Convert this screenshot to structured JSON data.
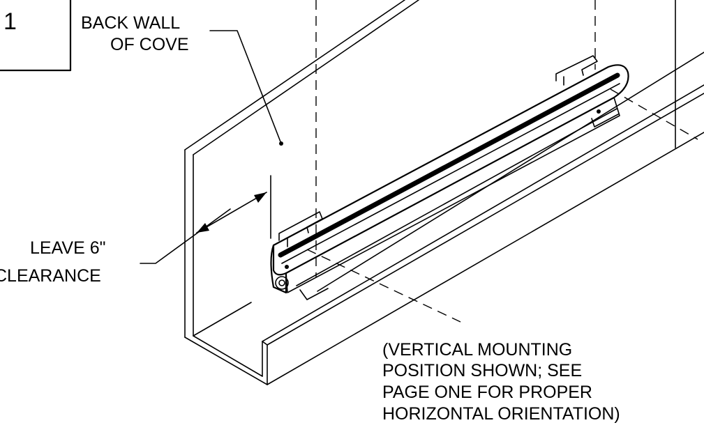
{
  "figure": {
    "step_number": "1",
    "back_wall_label": [
      "BACK WALL",
      "OF COVE"
    ],
    "clearance_label": [
      "LEAVE 6\"",
      "CLEARANCE"
    ],
    "note_lines": [
      "(VERTICAL MOUNTING",
      "POSITION SHOWN; SEE",
      "PAGE ONE FOR PROPER",
      "HORIZONTAL ORIENTATION)"
    ]
  },
  "icons": {
    "arrowhead": "arrowhead-icon",
    "pointer_dot": "dot-icon"
  }
}
